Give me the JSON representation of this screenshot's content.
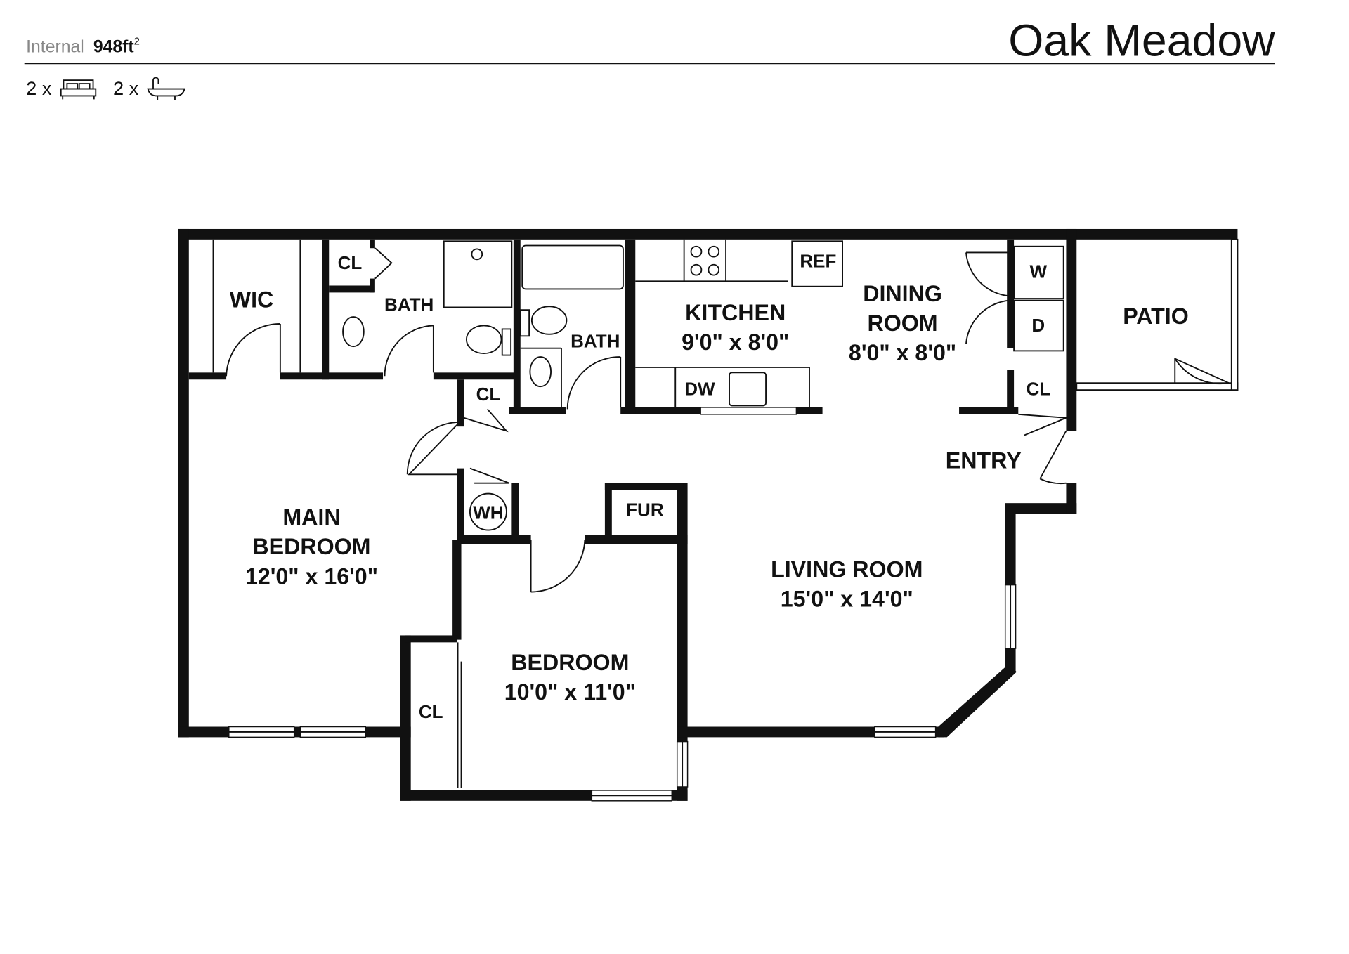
{
  "header": {
    "internal_label": "Internal",
    "area_value": "948ft",
    "area_sup": "2",
    "title": "Oak Meadow",
    "bedrooms_count": "2 x",
    "bathrooms_count": "2 x",
    "bed_icon": "bed-icon",
    "bath_icon": "bathtub-icon"
  },
  "rooms": {
    "wic": "WIC",
    "cl_bath": "CL",
    "bath1": "BATH",
    "bath2": "BATH",
    "kitchen": "KITCHEN",
    "kitchen_dims": "9'0\" x 8'0\"",
    "ref": "REF",
    "dw": "DW",
    "dining_1": "DINING",
    "dining_2": "ROOM",
    "dining_dims": "8'0\" x 8'0\"",
    "washer": "W",
    "dryer": "D",
    "patio": "PATIO",
    "cl_hall": "CL",
    "cl_entry": "CL",
    "entry": "ENTRY",
    "main_bed_1": "MAIN",
    "main_bed_2": "BEDROOM",
    "main_bed_dims": "12'0\" x 16'0\"",
    "wh": "WH",
    "fur": "FUR",
    "living": "LIVING ROOM",
    "living_dims": "15'0\" x 14'0\"",
    "bedroom": "BEDROOM",
    "bedroom_dims": "10'0\" x 11'0\"",
    "cl_bed": "CL"
  }
}
